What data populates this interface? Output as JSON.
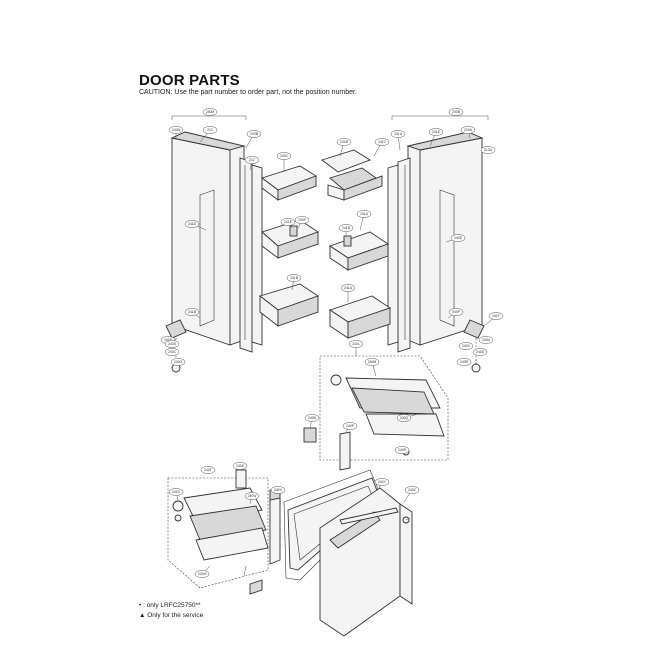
{
  "title": "DOOR PARTS",
  "caution": "CAUTION: Use the part number to order part, not the position number.",
  "notes": [
    "• : only LRFC25750**",
    "▲ Only for the service"
  ],
  "callouts": [
    "240M",
    "240N",
    "212",
    "203B",
    "203C",
    "231B",
    "231A",
    "241E",
    "200B",
    "203A",
    "213A",
    "212",
    "241C",
    "241D",
    "240E",
    "241E",
    "240F",
    "241B",
    "231A",
    "231B",
    "241A",
    "241B",
    "240F",
    "241E",
    "241F",
    "240C",
    "240D",
    "240G",
    "240R",
    "240S",
    "240U",
    "240V",
    "240L",
    "240M",
    "240N",
    "240P",
    "240Q",
    "240R",
    "240T",
    "240K",
    "241D",
    "240W",
    "240X",
    "240Y",
    "240Z",
    "240H"
  ]
}
